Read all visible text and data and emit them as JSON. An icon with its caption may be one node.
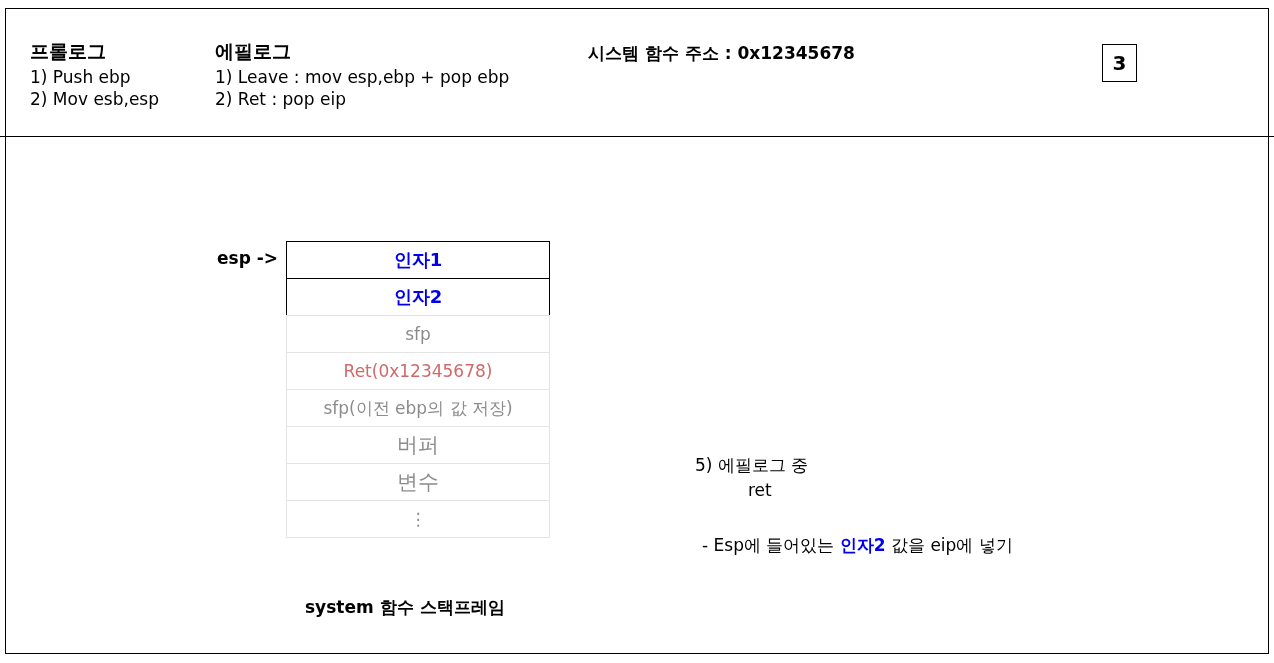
{
  "diagram": {
    "nodes": [
      {
        "text": [
          "3"
        ]
      },
      {
        "text": [
          "인자1"
        ]
      },
      {
        "text": [
          "인자2"
        ]
      },
      {
        "text": [
          "sfp"
        ]
      },
      {
        "text": [
          "Ret(0x12345678)"
        ]
      },
      {
        "text": [
          "sfp(이전 ebp의 값 저장)"
        ]
      },
      {
        "text": [
          "버퍼"
        ]
      },
      {
        "text": [
          "변수"
        ]
      },
      {
        "text": [
          "⋮"
        ]
      }
    ],
    "labels": [
      "프롤로그",
      "1) Push ebp",
      "2) Mov esb,esp",
      "에필로그",
      "1) Leave : mov esp,ebp + pop ebp",
      "2) Ret : pop eip",
      "시스템 함수 주소 : 0x12345678",
      "esp ->",
      "5) 에필로그 중",
      "ret",
      "- Esp에 들어있는 **인자2** 값을 eip에 넣기",
      "system 함수 스택프레임"
    ]
  }
}
